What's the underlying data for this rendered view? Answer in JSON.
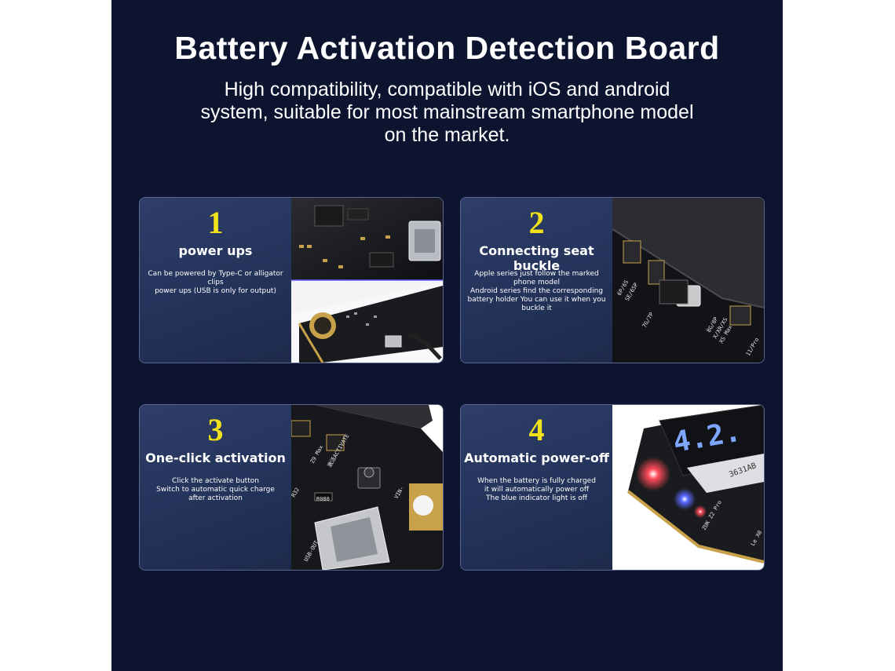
{
  "page": {
    "title": "Battery Activation Detection Board",
    "subtitle_lines": [
      "High compatibility, compatible with iOS and android",
      "system, suitable for most mainstream smartphone model",
      "on the market."
    ]
  },
  "colors": {
    "background": "#0d1430",
    "card_panel": "#2a3960",
    "number": "#f2e21a",
    "text": "#ffffff"
  },
  "cards": [
    {
      "number": "1",
      "heading": "power ups",
      "lines": [
        "Can be powered by Type-C or alligator clips",
        "power ups (USB is only for output)"
      ],
      "photo_icon": "circuit-board-usb-photo"
    },
    {
      "number": "2",
      "heading": "Connecting seat buckle",
      "lines": [
        "Apple series just follow the marked phone model",
        "Android series find the corresponding",
        "battery holder You can use it when you buckle it"
      ],
      "photo_icon": "battery-holder-photo",
      "photo_labels": [
        "6P/6S",
        "SE/6SP",
        "7G/7P",
        "8G/8P",
        "X/XR/XS",
        "XS Max",
        "11/Pro"
      ]
    },
    {
      "number": "3",
      "heading": "One-click activation",
      "lines": [
        "Click the activate button",
        "Switch to automatic quick charge",
        "after activation"
      ],
      "photo_icon": "activate-button-photo",
      "photo_labels": [
        "Z9 Max",
        "激活ACTIVATE",
        "R32",
        "VIN-",
        "R080",
        "USB-OUT"
      ]
    },
    {
      "number": "4",
      "heading": "Automatic power-off",
      "lines": [
        "When the battery is fully charged",
        "it will automatically power off",
        "The blue indicator light is off"
      ],
      "photo_icon": "led-display-photo",
      "photo_labels": [
        "4.2.",
        "3631AB",
        "ZUK Z2 Pro",
        "Le X0"
      ]
    }
  ]
}
